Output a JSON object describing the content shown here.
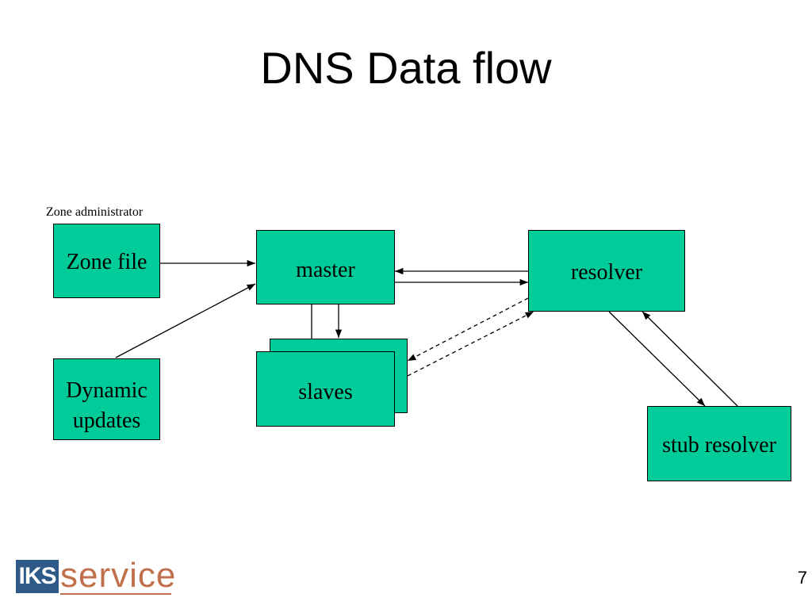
{
  "slide": {
    "title": "DNS Data flow",
    "page_number": "7"
  },
  "diagram": {
    "zone_admin_caption": "Zone administrator",
    "nodes": {
      "zone_file": "Zone file",
      "dynamic_updates_line1": "Dynamic",
      "dynamic_updates_line2": "updates",
      "master": "master",
      "slaves": "slaves",
      "resolver": "resolver",
      "stub_resolver": "stub resolver"
    },
    "node_color": "#00cc99"
  },
  "logo": {
    "mark": "IKS",
    "text": "service",
    "box_color": "#2d5a86",
    "text_color": "#c0714b"
  }
}
